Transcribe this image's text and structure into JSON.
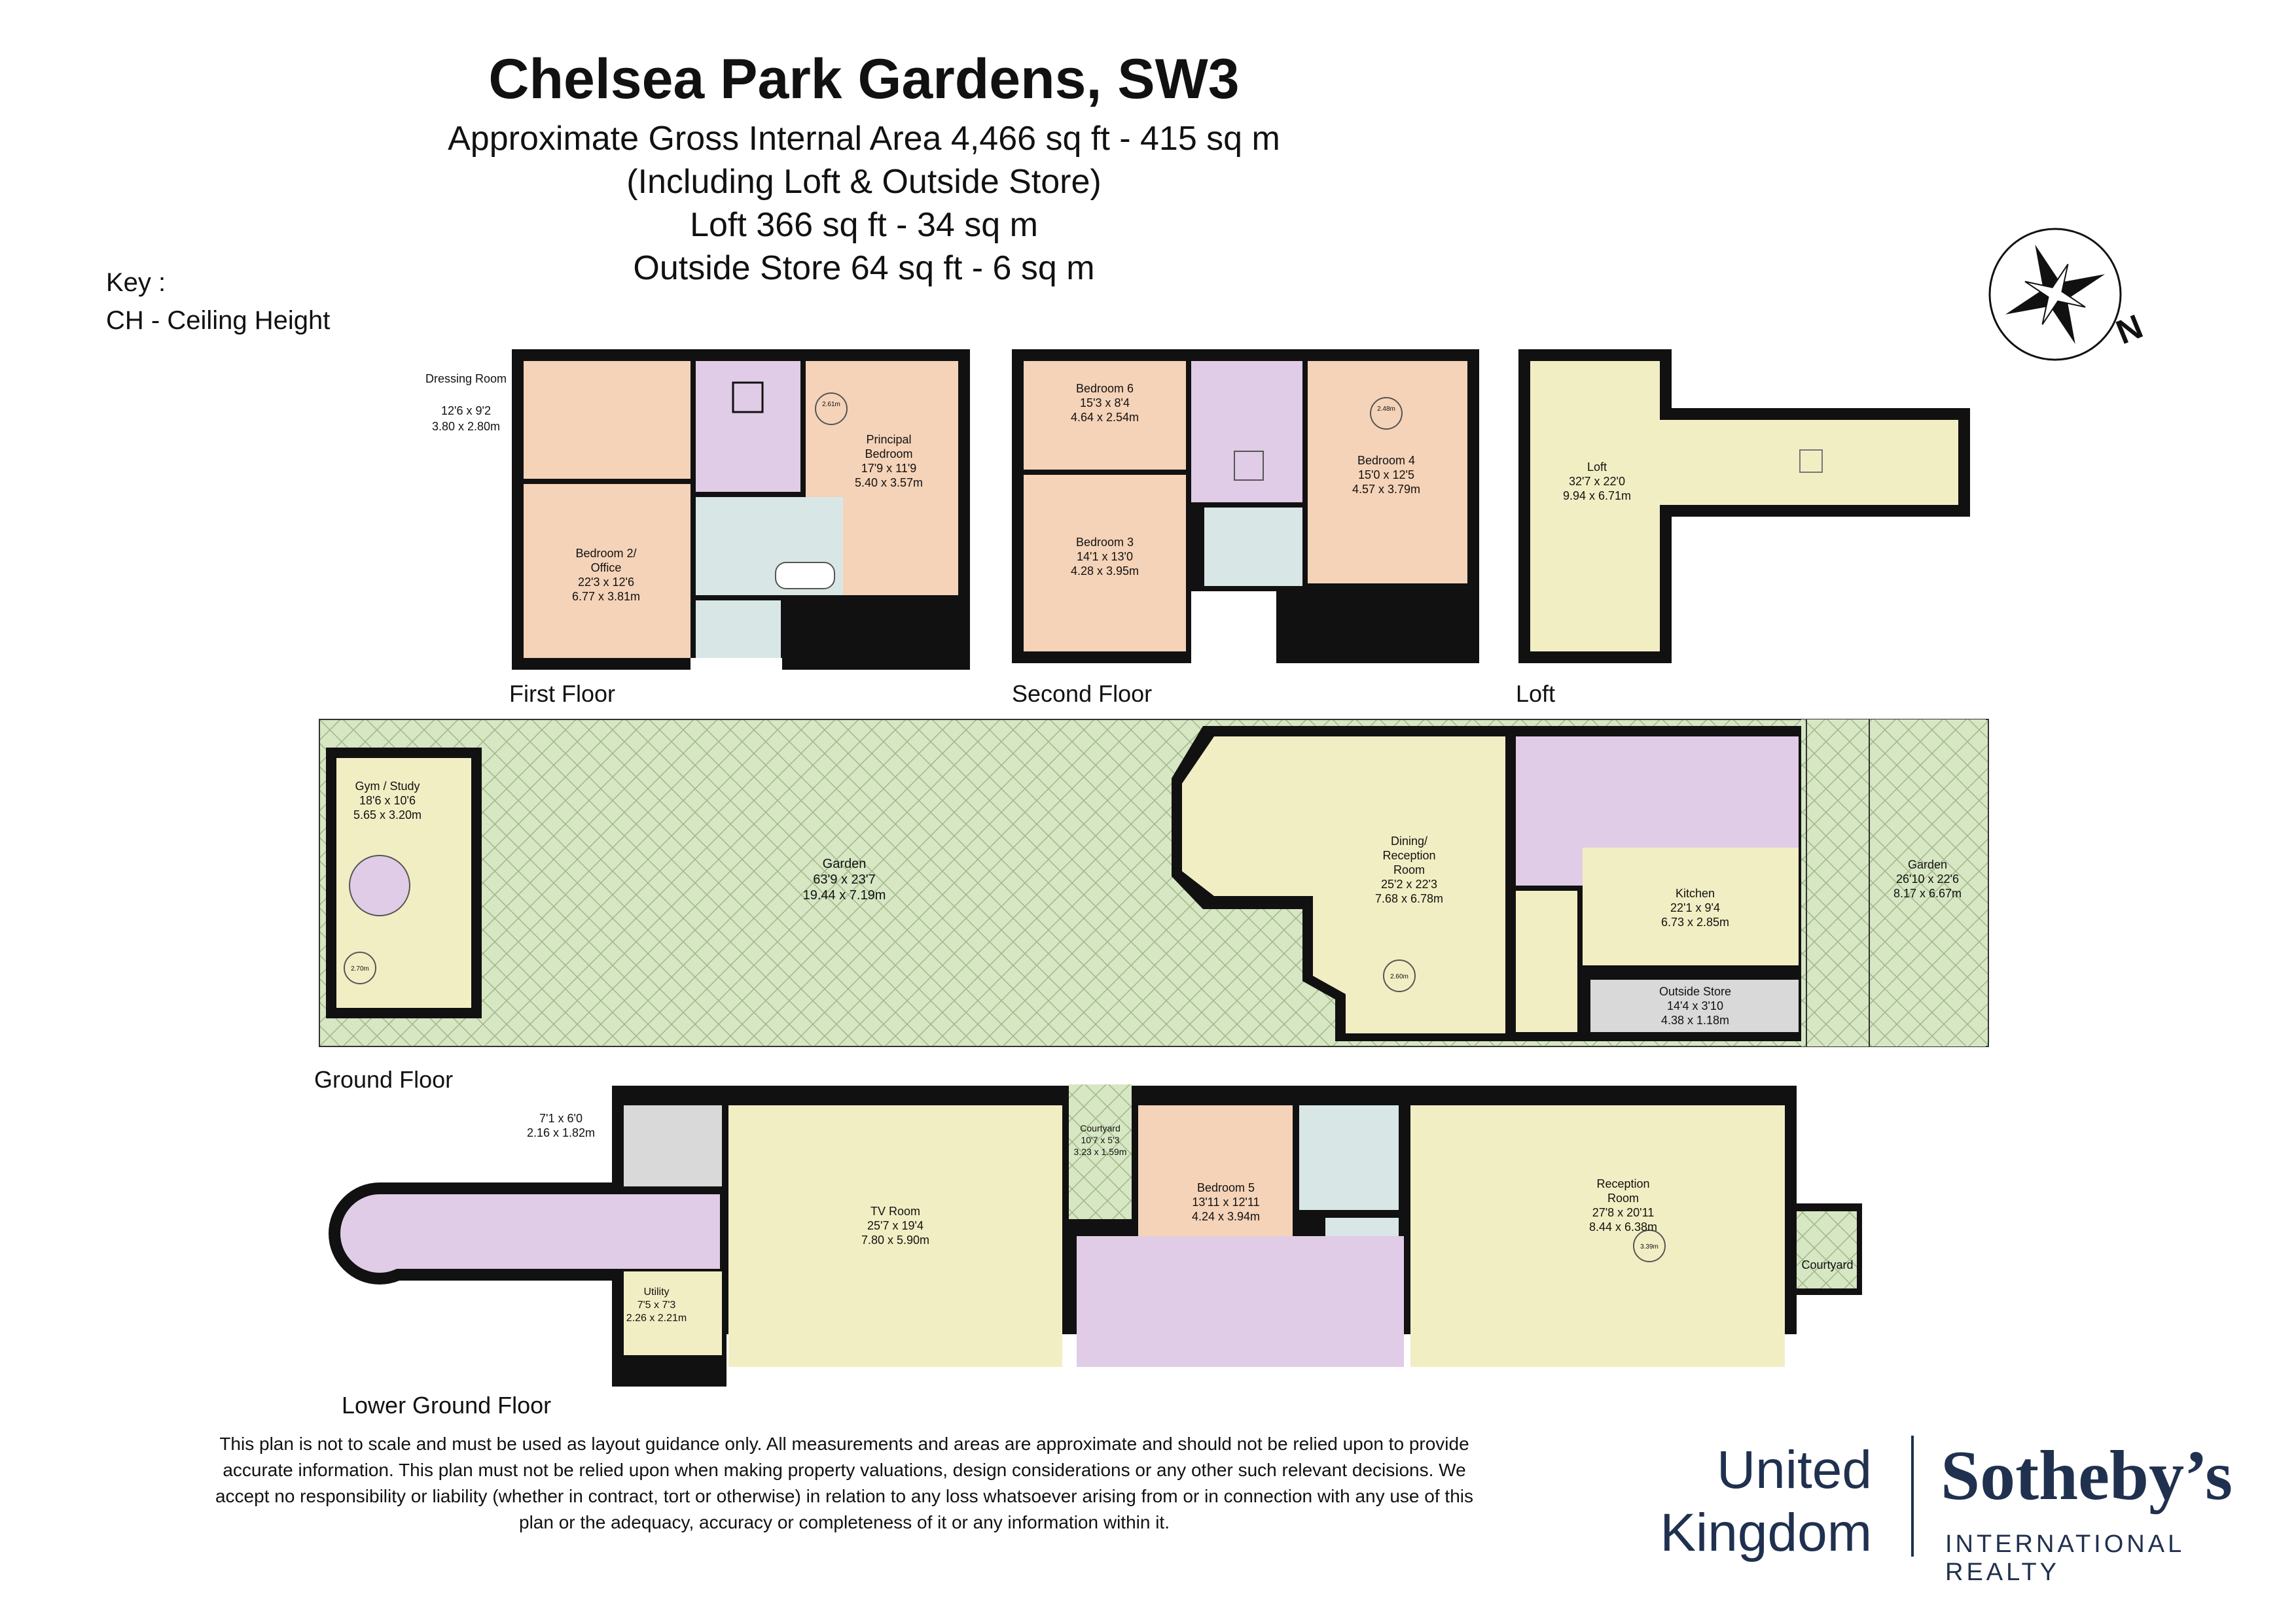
{
  "header": {
    "title": "Chelsea Park Gardens, SW3",
    "area_line": "Approximate Gross Internal Area 4,466 sq ft - 415 sq m",
    "including_line": "(Including Loft & Outside Store)",
    "loft_line": "Loft 366 sq ft - 34 sq m",
    "store_line": "Outside Store 64 sq ft - 6 sq m"
  },
  "key": {
    "heading": "Key :",
    "entry": "CH - Ceiling Height"
  },
  "compass": {
    "north_label": "N"
  },
  "floors": {
    "first": "First Floor",
    "second": "Second Floor",
    "loft": "Loft",
    "ground": "Ground Floor",
    "lower_ground": "Lower Ground Floor"
  },
  "rooms": {
    "dressing": {
      "name": "Dressing Room",
      "imperial": "12'6 x 9'2",
      "metric": "3.80 x 2.80m"
    },
    "principal": {
      "name1": "Principal",
      "name2": "Bedroom",
      "imperial": "17'9 x 11'9",
      "metric": "5.40 x 3.57m",
      "ch": "2.61m"
    },
    "bedroom2": {
      "name1": "Bedroom 2/",
      "name2": "Office",
      "imperial": "22'3 x 12'6",
      "metric": "6.77 x 3.81m"
    },
    "bedroom6": {
      "name": "Bedroom 6",
      "imperial": "15'3 x 8'4",
      "metric": "4.64 x 2.54m"
    },
    "bedroom3": {
      "name": "Bedroom 3",
      "imperial": "14'1 x 13'0",
      "metric": "4.28 x 3.95m"
    },
    "bedroom4": {
      "name": "Bedroom 4",
      "imperial": "15'0 x 12'5",
      "metric": "4.57 x 3.79m",
      "ch": "2.48m"
    },
    "loft": {
      "name": "Loft",
      "imperial": "32'7 x 22'0",
      "metric": "9.94 x 6.71m"
    },
    "gym": {
      "name": "Gym / Study",
      "imperial": "18'6 x 10'6",
      "metric": "5.65 x 3.20m",
      "ch": "2.70m"
    },
    "garden_main": {
      "name": "Garden",
      "imperial": "63'9 x 23'7",
      "metric": "19.44 x 7.19m"
    },
    "dining": {
      "name1": "Dining/",
      "name2": "Reception",
      "name3": "Room",
      "imperial": "25'2 x 22'3",
      "metric": "7.68 x 6.78m",
      "ch": "2.60m"
    },
    "kitchen": {
      "name": "Kitchen",
      "imperial": "22'1 x 9'4",
      "metric": "6.73 x 2.85m"
    },
    "outside_store": {
      "name": "Outside Store",
      "imperial": "14'4 x 3'10",
      "metric": "4.38 x 1.18m"
    },
    "garden_front": {
      "name": "Garden",
      "imperial": "26'10 x 22'6",
      "metric": "8.17 x 6.67m"
    },
    "store_lg": {
      "imperial": "7'1 x 6'0",
      "metric": "2.16 x 1.82m"
    },
    "utility": {
      "name": "Utility",
      "imperial": "7'5 x 7'3",
      "metric": "2.26 x 2.21m"
    },
    "tv": {
      "name": "TV Room",
      "imperial": "25'7 x 19'4",
      "metric": "7.80 x 5.90m"
    },
    "courtyard_lg": {
      "name": "Courtyard",
      "imperial": "10'7 x 5'3",
      "metric": "3.23 x 1.59m"
    },
    "bedroom5": {
      "name": "Bedroom 5",
      "imperial": "13'11 x 12'11",
      "metric": "4.24 x 3.94m"
    },
    "reception": {
      "name1": "Reception",
      "name2": "Room",
      "imperial": "27'8 x 20'11",
      "metric": "8.44 x 6.38m",
      "ch": "3.39m"
    },
    "courtyard_r": {
      "name": "Courtyard"
    }
  },
  "disclaimer": "This plan is not to scale and must be used as layout guidance only. All measurements and areas are approximate and should not be relied upon to provide accurate information. This plan must not be relied upon when making property valuations, design considerations or any other such relevant decisions. We accept no responsibility or liability (whether in contract, tort or otherwise) in relation to any loss whatsoever arising from or in connection with any use of this plan or the adequacy, accuracy or completeness of it or any information within it.",
  "branding": {
    "region_line1": "United",
    "region_line2": "Kingdom",
    "brand": "Sotheby’s",
    "brand_sub": "INTERNATIONAL REALTY"
  },
  "colors": {
    "bedroom": "#f5d3b8",
    "living": "#f2eec4",
    "circulation": "#e0cce6",
    "bathroom": "#d8e7e6",
    "garden": "#d7e6c3",
    "store": "#d9d9d9",
    "wall": "#111111",
    "brand": "#20304f"
  }
}
